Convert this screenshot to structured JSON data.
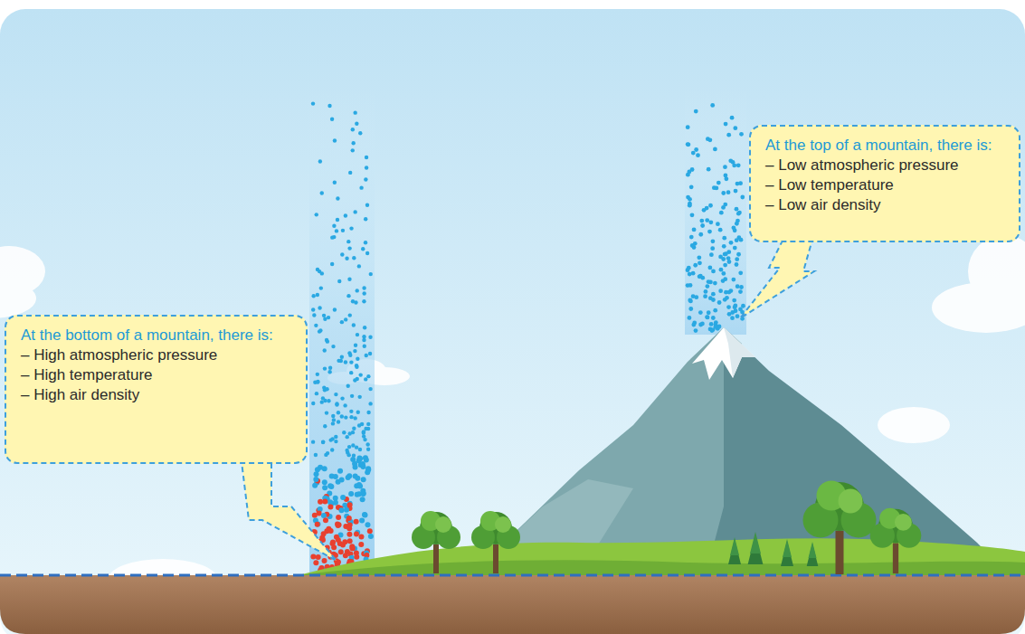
{
  "diagram": {
    "nodes": [
      {
        "text": [
          "At the top of a mountain, there is:",
          "– Low atmospheric pressure",
          "– Low temperature",
          "– Low air density"
        ]
      },
      {
        "text": [
          "At the bottom of a mountain, there is:",
          "– High atmospheric pressure",
          "– High temperature",
          "– High air density"
        ]
      }
    ]
  }
}
